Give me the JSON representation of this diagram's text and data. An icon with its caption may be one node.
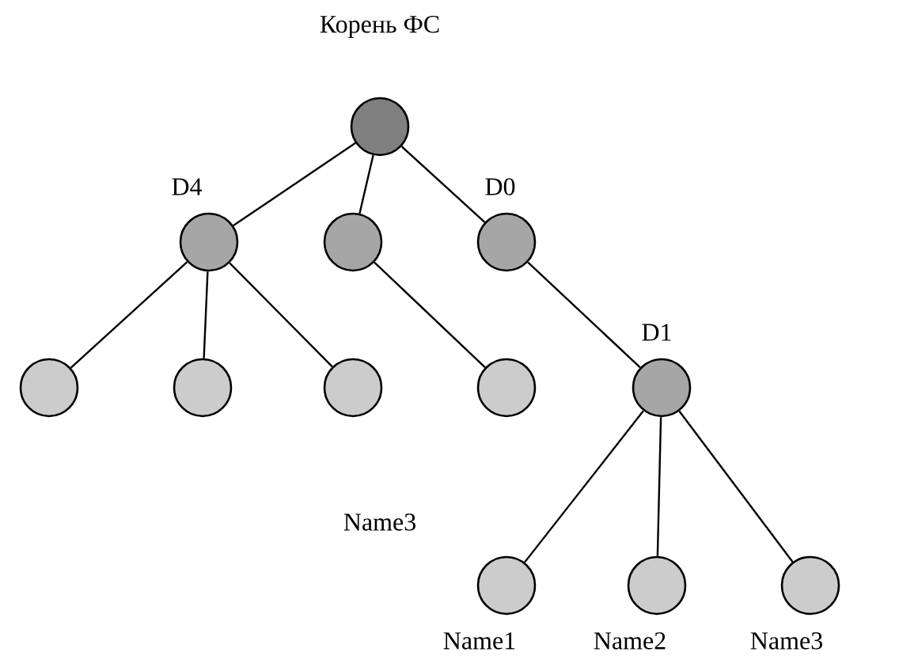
{
  "diagram": {
    "nodes": [
      {
        "text": [],
        "shape": "circle",
        "beside": [
          "Корень ФС"
        ]
      },
      {
        "text": [],
        "shape": "circle",
        "beside": [
          "D4"
        ]
      },
      {
        "text": [],
        "shape": "circle"
      },
      {
        "text": [],
        "shape": "circle",
        "beside": [
          "D0"
        ]
      },
      {
        "text": [],
        "shape": "circle"
      },
      {
        "text": [],
        "shape": "circle"
      },
      {
        "text": [],
        "shape": "circle"
      },
      {
        "text": [],
        "shape": "circle"
      },
      {
        "text": [],
        "shape": "circle",
        "beside": [
          "D1"
        ]
      },
      {
        "text": [],
        "shape": "circle",
        "beside": [
          "Name1"
        ]
      },
      {
        "text": [],
        "shape": "circle",
        "beside": [
          "Name2"
        ]
      },
      {
        "text": [],
        "shape": "circle",
        "beside": [
          "Name3"
        ]
      }
    ],
    "edges": [
      {
        "from": 0,
        "to": 1,
        "arrow": "none"
      },
      {
        "from": 0,
        "to": 2,
        "arrow": "none"
      },
      {
        "from": 0,
        "to": 3,
        "arrow": "none"
      },
      {
        "from": 1,
        "to": 4,
        "arrow": "none"
      },
      {
        "from": 1,
        "to": 5,
        "arrow": "none"
      },
      {
        "from": 1,
        "to": 6,
        "arrow": "none"
      },
      {
        "from": 2,
        "to": 7,
        "arrow": "none"
      },
      {
        "from": 3,
        "to": 8,
        "arrow": "none"
      },
      {
        "from": 8,
        "to": 9,
        "arrow": "none"
      },
      {
        "from": 8,
        "to": 10,
        "arrow": "none"
      },
      {
        "from": 8,
        "to": 11,
        "arrow": "none"
      }
    ],
    "labels": [
      "Name3"
    ]
  }
}
